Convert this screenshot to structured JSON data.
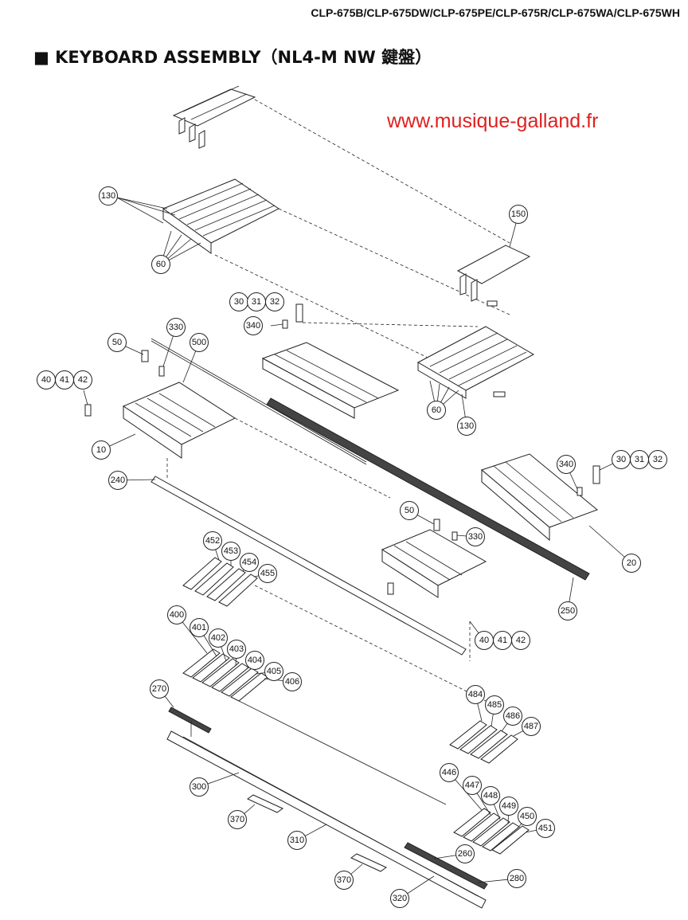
{
  "header": {
    "models": "CLP-675B/CLP-675DW/CLP-675PE/CLP-675R/CLP-675WA/CLP-675WH",
    "title": "■ KEYBOARD ASSEMBLY（NL4-M NW 鍵盤）"
  },
  "watermark": {
    "text": "www.musique-galland.fr",
    "color": "#e02020"
  },
  "callouts": [
    {
      "id": "c130a",
      "label": "130"
    },
    {
      "id": "c60a",
      "label": "60"
    },
    {
      "id": "c150",
      "label": "150"
    },
    {
      "id": "c30a",
      "label": "30"
    },
    {
      "id": "c31a",
      "label": "31"
    },
    {
      "id": "c32a",
      "label": "32"
    },
    {
      "id": "c340a",
      "label": "340"
    },
    {
      "id": "c330a",
      "label": "330"
    },
    {
      "id": "c50a",
      "label": "50"
    },
    {
      "id": "c500",
      "label": "500"
    },
    {
      "id": "c40a",
      "label": "40"
    },
    {
      "id": "c41a",
      "label": "41"
    },
    {
      "id": "c42a",
      "label": "42"
    },
    {
      "id": "c10",
      "label": "10"
    },
    {
      "id": "c60b",
      "label": "60"
    },
    {
      "id": "c130b",
      "label": "130"
    },
    {
      "id": "c340b",
      "label": "340"
    },
    {
      "id": "c30b",
      "label": "30"
    },
    {
      "id": "c31b",
      "label": "31"
    },
    {
      "id": "c32b",
      "label": "32"
    },
    {
      "id": "c240",
      "label": "240"
    },
    {
      "id": "c50b",
      "label": "50"
    },
    {
      "id": "c330b",
      "label": "330"
    },
    {
      "id": "c20",
      "label": "20"
    },
    {
      "id": "c452",
      "label": "452"
    },
    {
      "id": "c453",
      "label": "453"
    },
    {
      "id": "c454",
      "label": "454"
    },
    {
      "id": "c455",
      "label": "455"
    },
    {
      "id": "c250",
      "label": "250"
    },
    {
      "id": "c400",
      "label": "400"
    },
    {
      "id": "c401",
      "label": "401"
    },
    {
      "id": "c402",
      "label": "402"
    },
    {
      "id": "c403",
      "label": "403"
    },
    {
      "id": "c404",
      "label": "404"
    },
    {
      "id": "c405",
      "label": "405"
    },
    {
      "id": "c406",
      "label": "406"
    },
    {
      "id": "c40b",
      "label": "40"
    },
    {
      "id": "c41b",
      "label": "41"
    },
    {
      "id": "c42b",
      "label": "42"
    },
    {
      "id": "c270",
      "label": "270"
    },
    {
      "id": "c484",
      "label": "484"
    },
    {
      "id": "c485",
      "label": "485"
    },
    {
      "id": "c486",
      "label": "486"
    },
    {
      "id": "c487",
      "label": "487"
    },
    {
      "id": "c446",
      "label": "446"
    },
    {
      "id": "c447",
      "label": "447"
    },
    {
      "id": "c448",
      "label": "448"
    },
    {
      "id": "c449",
      "label": "449"
    },
    {
      "id": "c450",
      "label": "450"
    },
    {
      "id": "c451",
      "label": "451"
    },
    {
      "id": "c300",
      "label": "300"
    },
    {
      "id": "c370a",
      "label": "370"
    },
    {
      "id": "c310",
      "label": "310"
    },
    {
      "id": "c260",
      "label": "260"
    },
    {
      "id": "c370b",
      "label": "370"
    },
    {
      "id": "c280",
      "label": "280"
    },
    {
      "id": "c320",
      "label": "320"
    }
  ]
}
